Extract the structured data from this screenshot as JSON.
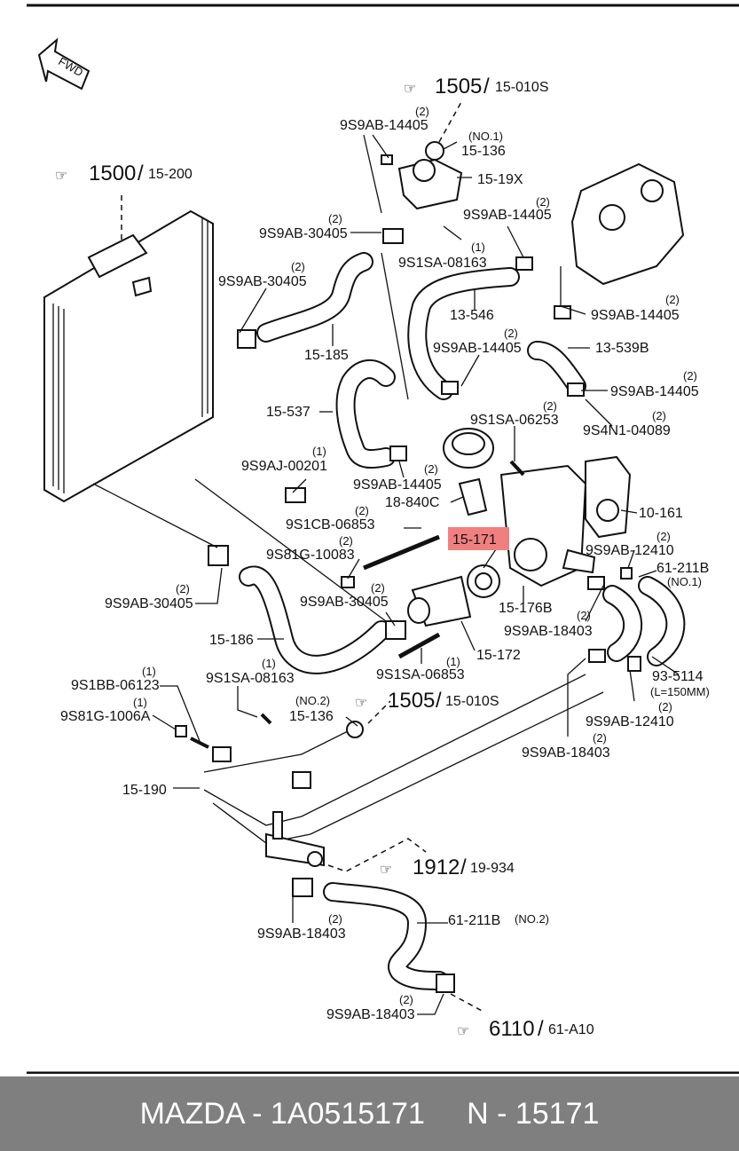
{
  "footer": {
    "text": "MAZDA - 1A0515171     N - 15171"
  },
  "fwd": {
    "label": "FWD"
  },
  "highlight": {
    "part": "15-171",
    "color": "#f08080"
  },
  "refs": [
    {
      "big": "1505",
      "small": "15-010S"
    },
    {
      "big": "1500",
      "small": "15-200"
    },
    {
      "big": "1505",
      "small": "15-010S"
    },
    {
      "big": "1912",
      "small": "19-934"
    },
    {
      "big": "6110",
      "small": "61-A10"
    }
  ],
  "labels": [
    {
      "qty": "(2)",
      "code": "9S9AB-14405"
    },
    {
      "qty": "(NO.1)",
      "code": "15-136"
    },
    {
      "qty": "",
      "code": "15-19X"
    },
    {
      "qty": "(2)",
      "code": "9S9AB-30405"
    },
    {
      "qty": "(2)",
      "code": "9S9AB-14405"
    },
    {
      "qty": "(1)",
      "code": "9S1SA-08163"
    },
    {
      "qty": "(2)",
      "code": "9S9AB-30405"
    },
    {
      "qty": "",
      "code": "13-546"
    },
    {
      "qty": "(2)",
      "code": "9S9AB-14405"
    },
    {
      "qty": "",
      "code": "15-185"
    },
    {
      "qty": "(2)",
      "code": "9S9AB-14405"
    },
    {
      "qty": "",
      "code": "13-539B"
    },
    {
      "qty": "(2)",
      "code": "9S9AB-14405"
    },
    {
      "qty": "",
      "code": "15-537"
    },
    {
      "qty": "(2)",
      "code": "9S1SA-06253"
    },
    {
      "qty": "(2)",
      "code": "9S4N1-04089"
    },
    {
      "qty": "(1)",
      "code": "9S9AJ-00201"
    },
    {
      "qty": "(2)",
      "code": "9S9AB-14405"
    },
    {
      "qty": "",
      "code": "18-840C"
    },
    {
      "qty": "",
      "code": "10-161"
    },
    {
      "qty": "(2)",
      "code": "9S1CB-06853"
    },
    {
      "qty": "",
      "code": "15-171"
    },
    {
      "qty": "(2)",
      "code": "9S9AB-12410"
    },
    {
      "qty": "(2)",
      "code": "9S81G-10083"
    },
    {
      "qty": "(NO.1)",
      "code": "61-211B"
    },
    {
      "qty": "(2)",
      "code": "9S9AB-30405"
    },
    {
      "qty": "(2)",
      "code": "9S9AB-30405"
    },
    {
      "qty": "",
      "code": "15-176B"
    },
    {
      "qty": "(2)",
      "code": "9S9AB-18403"
    },
    {
      "qty": "",
      "code": "15-186"
    },
    {
      "qty": "",
      "code": "15-172"
    },
    {
      "qty": "(1)",
      "code": "9S1SA-06853"
    },
    {
      "qty": "(1)",
      "code": "9S1BB-06123"
    },
    {
      "qty": "(1)",
      "code": "9S1SA-08163"
    },
    {
      "qty": "(L=150MM)",
      "code": "93-5114"
    },
    {
      "qty": "(1)",
      "code": "9S81G-1006A"
    },
    {
      "qty": "(NO.2)",
      "code": "15-136"
    },
    {
      "qty": "(2)",
      "code": "9S9AB-12410"
    },
    {
      "qty": "(2)",
      "code": "9S9AB-18403"
    },
    {
      "qty": "",
      "code": "15-190"
    },
    {
      "qty": "(2)",
      "code": "9S9AB-18403"
    },
    {
      "qty": "(NO.2)",
      "code": "61-211B"
    },
    {
      "qty": "(2)",
      "code": "9S9AB-18403"
    }
  ]
}
